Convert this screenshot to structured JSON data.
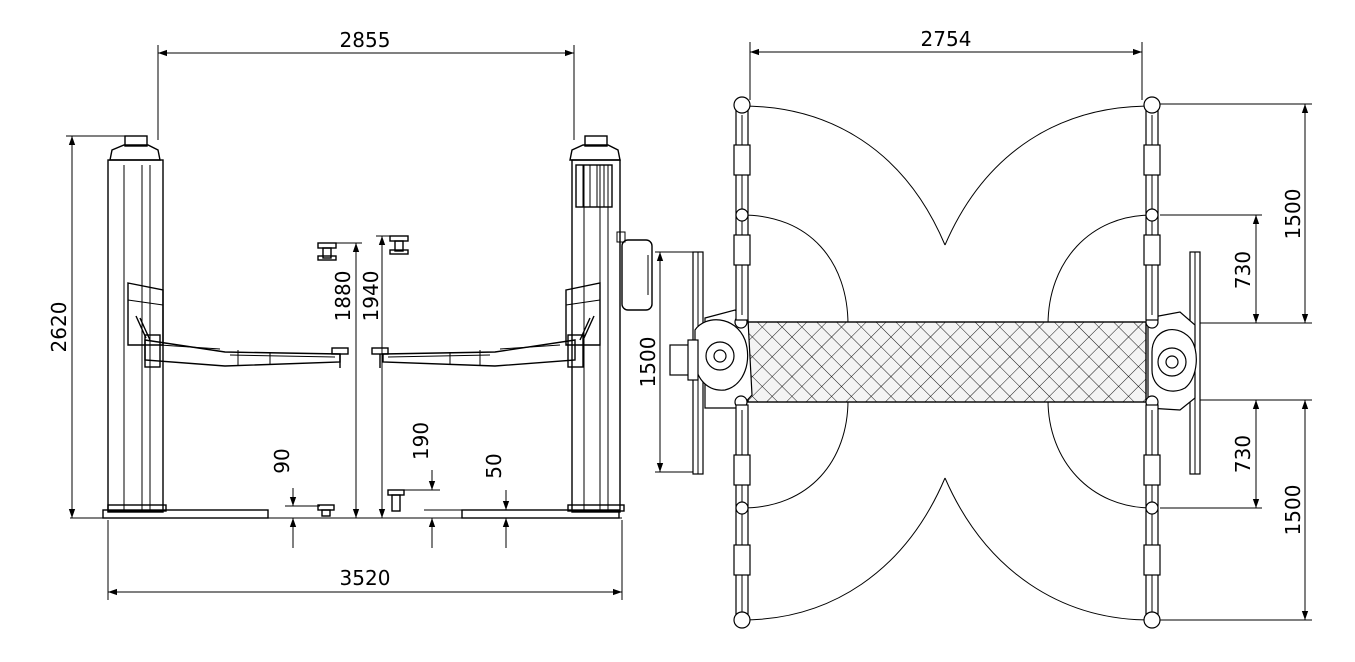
{
  "colors": {
    "line": "#000000",
    "background": "#ffffff"
  },
  "dimensions": {
    "front_width_outer": "2855",
    "front_width_base": "3520",
    "height_total": "2620",
    "arm_height_1": "1880",
    "arm_height_2": "1940",
    "pad_low_1": "90",
    "pad_low_2": "190",
    "base_height": "50",
    "top_width": "2754",
    "arm_reach_side": "1500",
    "arm_reach_left": "1500",
    "arm_short_top": "730",
    "arm_short_bottom": "730",
    "arm_reach_bottom": "1500"
  }
}
